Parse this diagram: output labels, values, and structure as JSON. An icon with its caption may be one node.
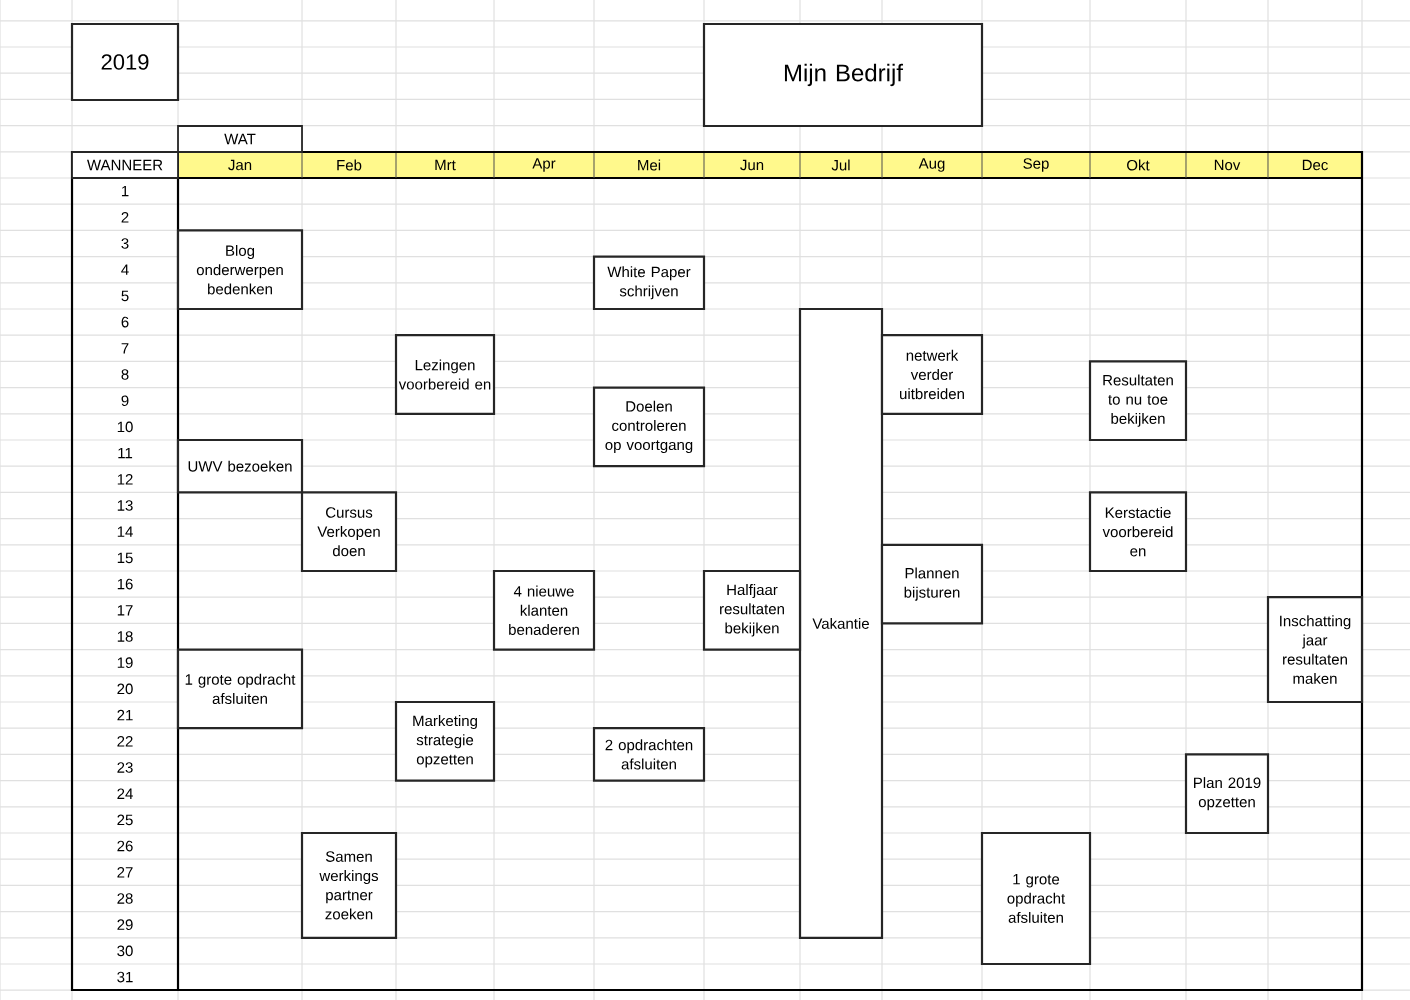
{
  "diagram": {
    "nodes": [
      {
        "text": [
          "2019"
        ]
      },
      {
        "text": [
          "Mijn Bedrijf"
        ]
      },
      {
        "text": [
          "WAT"
        ]
      },
      {
        "text": [
          "WANNEER"
        ]
      },
      {
        "text": [
          "Blog onderwerpen bedenken"
        ]
      },
      {
        "text": [
          "White Paper schrijven"
        ]
      },
      {
        "text": [
          "Vakantie"
        ]
      },
      {
        "text": [
          "Lezingen voorbereid en"
        ]
      },
      {
        "text": [
          "netwerk verder uitbreiden"
        ]
      },
      {
        "text": [
          "Resultaten to nu toe bekijken"
        ]
      },
      {
        "text": [
          "Doelen controleren op voortgang"
        ]
      },
      {
        "text": [
          "UWV bezoeken"
        ]
      },
      {
        "text": [
          "Cursus Verkopen doen"
        ]
      },
      {
        "text": [
          "Kerstactie voorbereid en"
        ]
      },
      {
        "text": [
          "Plannen bijsturen"
        ]
      },
      {
        "text": [
          "4 nieuwe klanten benaderen"
        ]
      },
      {
        "text": [
          "Halfjaar resultaten bekijken"
        ]
      },
      {
        "text": [
          "Inschatting jaar resultaten maken"
        ]
      },
      {
        "text": [
          "1 grote opdracht afsluiten"
        ]
      },
      {
        "text": [
          "Marketing strategie opzetten"
        ]
      },
      {
        "text": [
          "2 opdrachten afsluiten"
        ]
      },
      {
        "text": [
          "Plan 2019 opzetten"
        ]
      },
      {
        "text": [
          "1 grote opdracht afsluiten"
        ]
      },
      {
        "text": [
          "Samen werkings partner zoeken"
        ]
      }
    ],
    "labels": [
      "Jan",
      "Feb",
      "Mrt",
      "Apr",
      "Mei",
      "Jun",
      "Jul",
      "Aug",
      "Sep",
      "Okt",
      "Nov",
      "Dec",
      "1",
      "2",
      "3",
      "4",
      "5",
      "6",
      "7",
      "8",
      "9",
      "10",
      "11",
      "12",
      "13",
      "14",
      "15",
      "16",
      "17",
      "18",
      "19",
      "20",
      "21",
      "22",
      "23",
      "24",
      "25",
      "26",
      "27",
      "28",
      "29",
      "30",
      "31"
    ]
  }
}
